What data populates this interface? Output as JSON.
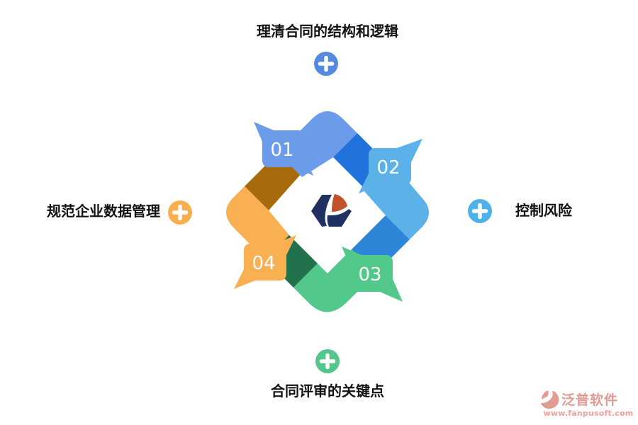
{
  "callouts": {
    "top": {
      "label": "理清合同的结构和逻辑",
      "plus_color": "#548BE0"
    },
    "right": {
      "label": "控制风险",
      "plus_color": "#4EB2E9"
    },
    "bottom": {
      "label": "合同评审的关键点",
      "plus_color": "#53C78B"
    },
    "left": {
      "label": "规范企业数据管理",
      "plus_color": "#F9AF4D"
    }
  },
  "cycle_steps": [
    {
      "number": "01",
      "position": "top-left",
      "color": "#6C9BE9",
      "fold_color": "#2272DC"
    },
    {
      "number": "02",
      "position": "right",
      "color": "#5BB1E8",
      "fold_color": "#2E86D8"
    },
    {
      "number": "03",
      "position": "bottom-right",
      "color": "#52C88A",
      "fold_color": "#20714C"
    },
    {
      "number": "04",
      "position": "left",
      "color": "#F9B052",
      "fold_color": "#A96A0B"
    }
  ],
  "center_logo": {
    "navy": "#1F3061",
    "accent": "#C0532B"
  },
  "watermark": {
    "brand": "泛普软件",
    "url": "www.fanpusoft.com",
    "color": "#E29B93",
    "url_color": "#F0A19B"
  }
}
